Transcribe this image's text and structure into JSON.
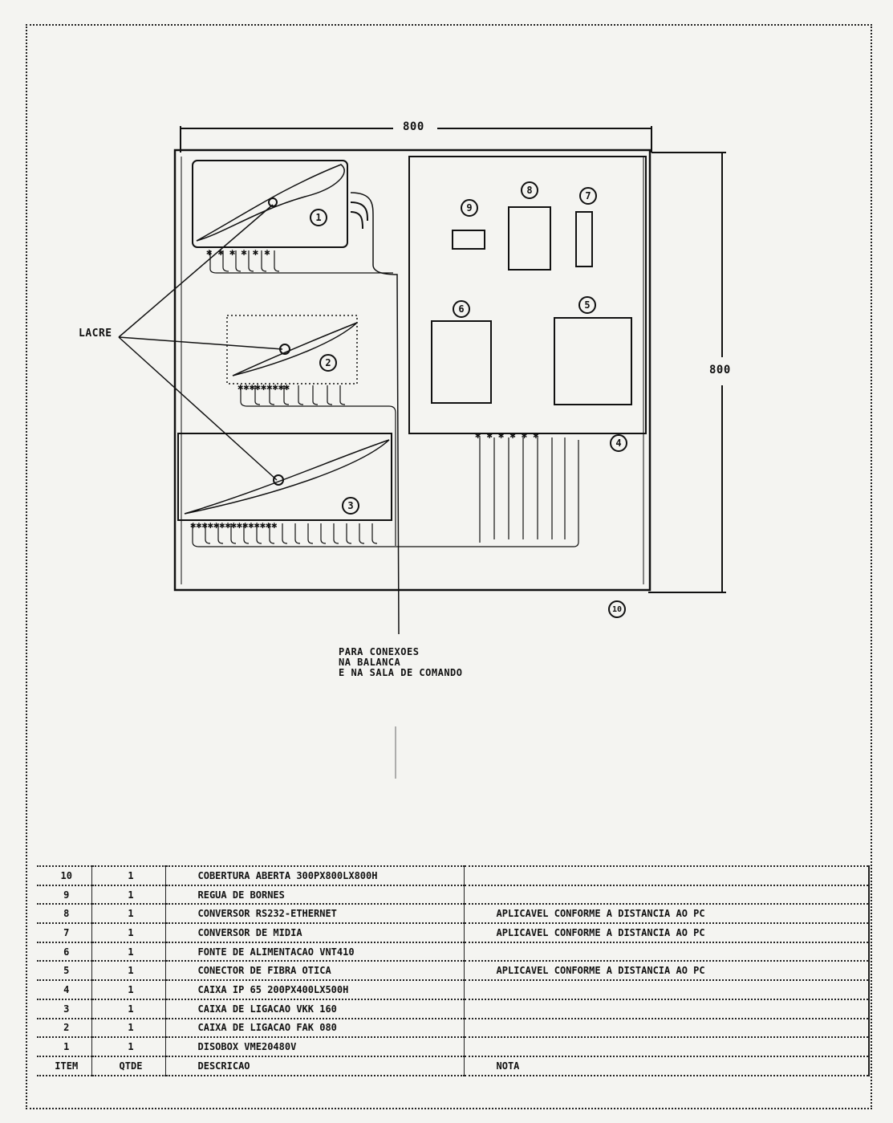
{
  "dimensions": {
    "width_label": "800",
    "height_label": "800"
  },
  "labels": {
    "lacre": "LACRE",
    "connections": [
      "PARA CONEXOES",
      "NA BALANCA",
      "E NA SALA DE COMANDO"
    ]
  },
  "balloons": [
    "1",
    "2",
    "3",
    "4",
    "5",
    "6",
    "7",
    "8",
    "9",
    "10"
  ],
  "bom": {
    "headers": {
      "item": "ITEM",
      "qtde": "QTDE",
      "descricao": "DESCRICAO",
      "nota": "NOTA"
    },
    "rows": [
      {
        "item": "10",
        "qtde": "1",
        "descricao": "COBERTURA ABERTA 300PX800LX800H",
        "nota": ""
      },
      {
        "item": "9",
        "qtde": "1",
        "descricao": "REGUA DE BORNES",
        "nota": ""
      },
      {
        "item": "8",
        "qtde": "1",
        "descricao": "CONVERSOR RS232-ETHERNET",
        "nota": "APLICAVEL CONFORME A DISTANCIA AO PC"
      },
      {
        "item": "7",
        "qtde": "1",
        "descricao": "CONVERSOR DE MIDIA",
        "nota": "APLICAVEL CONFORME A DISTANCIA AO PC"
      },
      {
        "item": "6",
        "qtde": "1",
        "descricao": "FONTE DE ALIMENTACAO VNT410",
        "nota": ""
      },
      {
        "item": "5",
        "qtde": "1",
        "descricao": "CONECTOR DE FIBRA OTICA",
        "nota": "APLICAVEL CONFORME A DISTANCIA AO PC"
      },
      {
        "item": "4",
        "qtde": "1",
        "descricao": "CAIXA IP 65 200PX400LX500H",
        "nota": ""
      },
      {
        "item": "3",
        "qtde": "1",
        "descricao": "CAIXA DE LIGACAO VKK 160",
        "nota": ""
      },
      {
        "item": "2",
        "qtde": "1",
        "descricao": "CAIXA DE LIGACAO FAK 080",
        "nota": ""
      },
      {
        "item": "1",
        "qtde": "1",
        "descricao": "DISOBOX VME20480V",
        "nota": ""
      }
    ]
  }
}
